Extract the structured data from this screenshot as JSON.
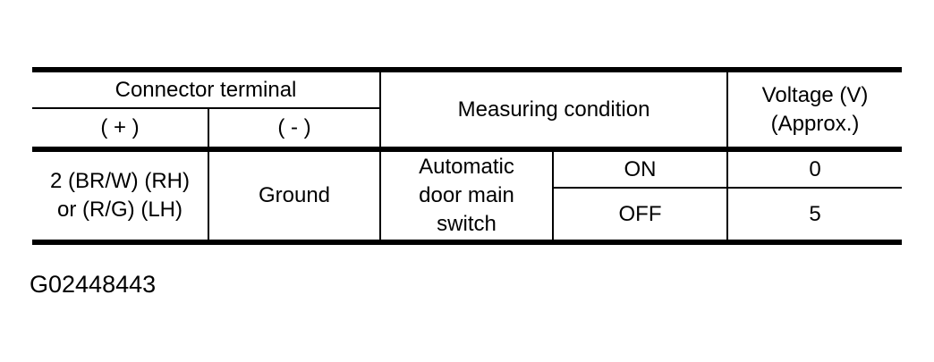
{
  "colors": {
    "background": "#ffffff",
    "border": "#000000",
    "text": "#000000"
  },
  "figure_id": "G02448443",
  "table": {
    "header": {
      "connector_terminal": "Connector terminal",
      "plus": "( + )",
      "minus": "( - )",
      "measuring_condition": "Measuring condition",
      "voltage_line1": "Voltage (V)",
      "voltage_line2": "(Approx.)"
    },
    "body": {
      "terminal_plus_line1": "2 (BR/W) (RH)",
      "terminal_plus_line2": "or (R/G) (LH)",
      "terminal_minus": "Ground",
      "condition_line1": "Automatic",
      "condition_line2": "door main",
      "condition_line3": "switch",
      "rows": [
        {
          "state": "ON",
          "voltage": "0"
        },
        {
          "state": "OFF",
          "voltage": "5"
        }
      ]
    }
  }
}
